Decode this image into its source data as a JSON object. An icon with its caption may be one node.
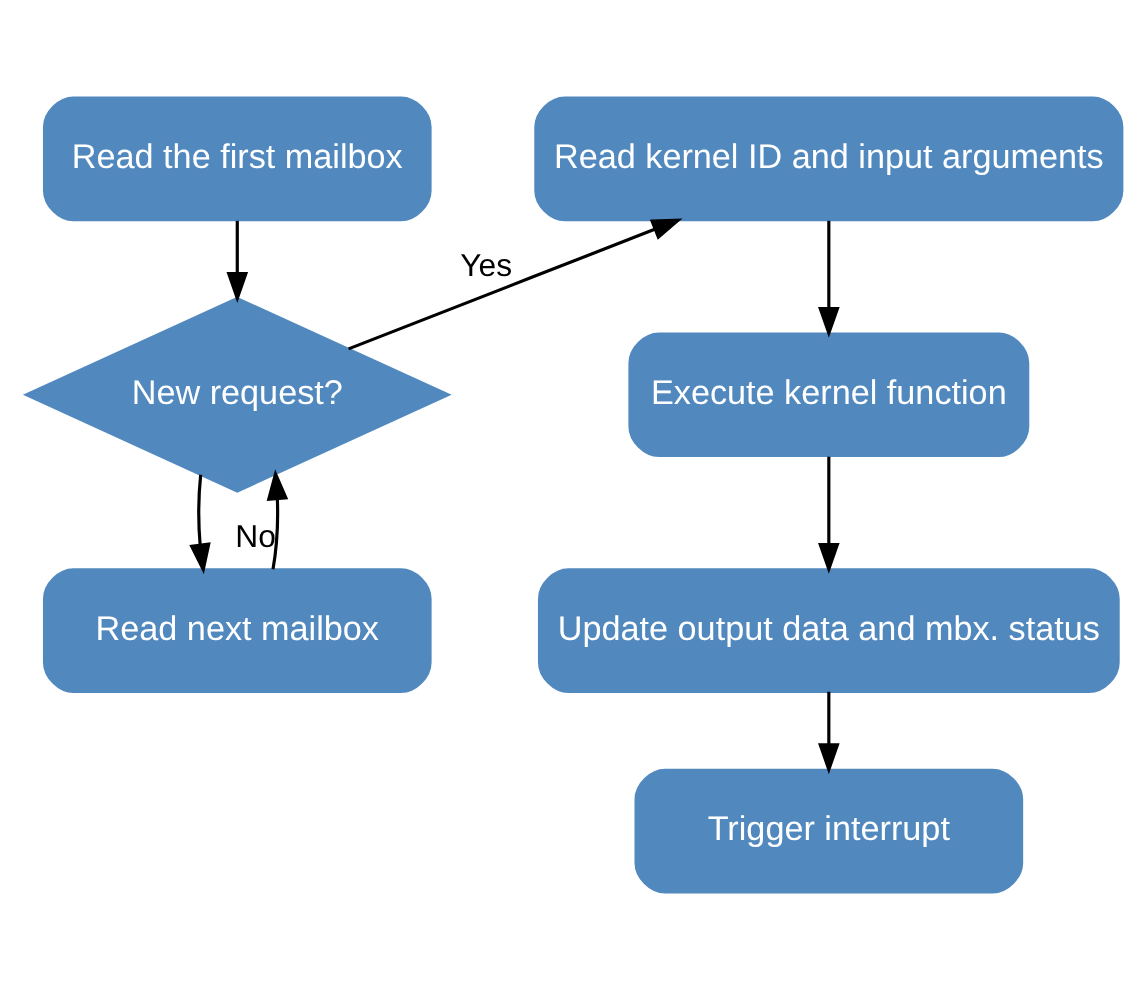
{
  "diagram": {
    "nodes": [
      {
        "text": [
          "Read the first mailbox"
        ]
      },
      {
        "text": [
          "Read kernel ID and input arguments"
        ]
      },
      {
        "text": [
          "New request?"
        ]
      },
      {
        "text": [
          "Execute kernel function"
        ]
      },
      {
        "text": [
          "Read next mailbox"
        ]
      },
      {
        "text": [
          "Update output data and mbx. status"
        ]
      },
      {
        "text": [
          "Trigger interrupt"
        ]
      }
    ],
    "edges": [
      {
        "from": 0,
        "to": 2,
        "arrow": "to"
      },
      {
        "from": 2,
        "to": 1,
        "arrow": "to",
        "label": "Yes"
      },
      {
        "from": 1,
        "to": 3,
        "arrow": "to"
      },
      {
        "from": 3,
        "to": 5,
        "arrow": "to"
      },
      {
        "from": 5,
        "to": 6,
        "arrow": "to"
      },
      {
        "from": 2,
        "to": 4,
        "arrow": "to"
      },
      {
        "from": 4,
        "to": 2,
        "arrow": "to",
        "label": "No"
      }
    ]
  }
}
